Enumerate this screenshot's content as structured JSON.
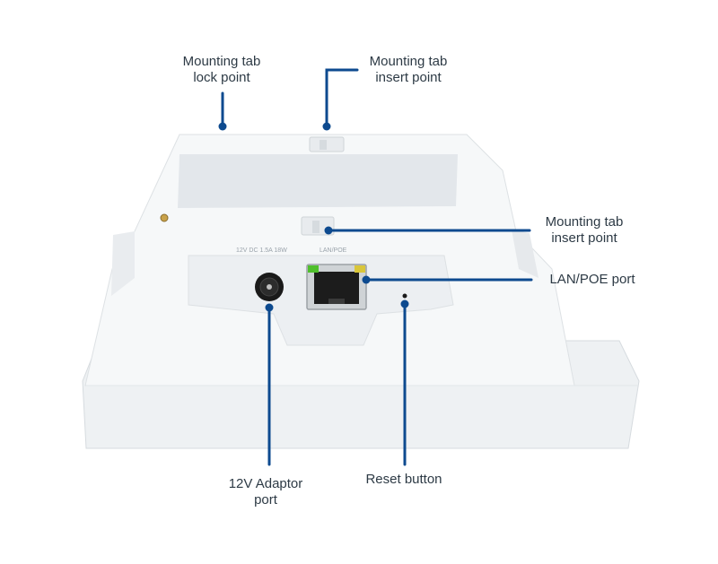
{
  "colors": {
    "leader": "#0d4a8f",
    "label_text": "#2d3a45",
    "device_body": "#f4f6f7",
    "device_shadow": "#dfe3e6",
    "label_panel": "#e7eaee",
    "port_led_green": "#4fbf2c",
    "port_led_amber": "#d9c63a"
  },
  "callouts": {
    "lock_point": {
      "line1": "Mounting tab",
      "line2": "lock point"
    },
    "insert_top": {
      "line1": "Mounting tab",
      "line2": "insert point"
    },
    "insert_middle": {
      "line1": "Mounting tab",
      "line2": "insert point"
    },
    "lan_poe": {
      "line1": "LAN/POE port"
    },
    "adaptor": {
      "line1": "12V Adaptor",
      "line2": "port"
    },
    "reset": {
      "line1": "Reset button"
    }
  },
  "device": {
    "power_text": "12V DC 1.5A 18W",
    "lan_text": "LAN/POE"
  }
}
